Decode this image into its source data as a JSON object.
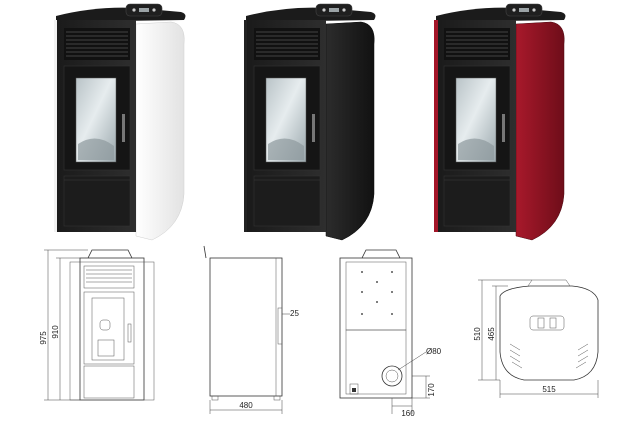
{
  "stoves": [
    {
      "name": "white-stove",
      "side_color": "#f4f4f4",
      "side_shade": "#d8d8d8"
    },
    {
      "name": "black-stove",
      "side_color": "#262626",
      "side_shade": "#0f0f0f"
    },
    {
      "name": "red-stove",
      "side_color": "#9a1424",
      "side_shade": "#5e0a14"
    }
  ],
  "dimensions": {
    "front_height_total": "975",
    "front_height_body": "910",
    "side_depth": "480",
    "side_pipe_offset": "25",
    "back_flue_diameter": "Ø80",
    "back_flue_height": "170",
    "back_flue_offset": "160",
    "top_width": "515",
    "top_depth_total": "510",
    "top_depth_body": "465"
  }
}
